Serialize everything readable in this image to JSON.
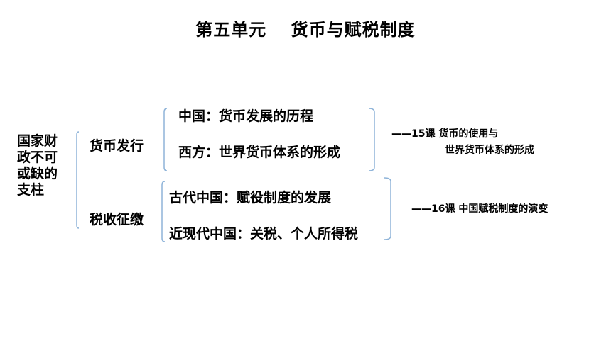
{
  "title": "第五单元　 货币与赋税制度",
  "root": "国家财政不可或缺的支柱",
  "branches": [
    {
      "label": "货币发行",
      "items": [
        "中国：货币发展的历程",
        "西方：世界货币体系的形成"
      ],
      "note_line1": "——15课   货币的使用与",
      "note_line2": "世界货币体系的形成"
    },
    {
      "label": "税收征缴",
      "items": [
        "古代中国：赋役制度的发展",
        "近现代中国：关税、个人所得税"
      ],
      "note_line1": "——16课  中国赋税制度的演变"
    }
  ],
  "colors": {
    "bracket": "#8fb4d9",
    "text": "#000000"
  }
}
